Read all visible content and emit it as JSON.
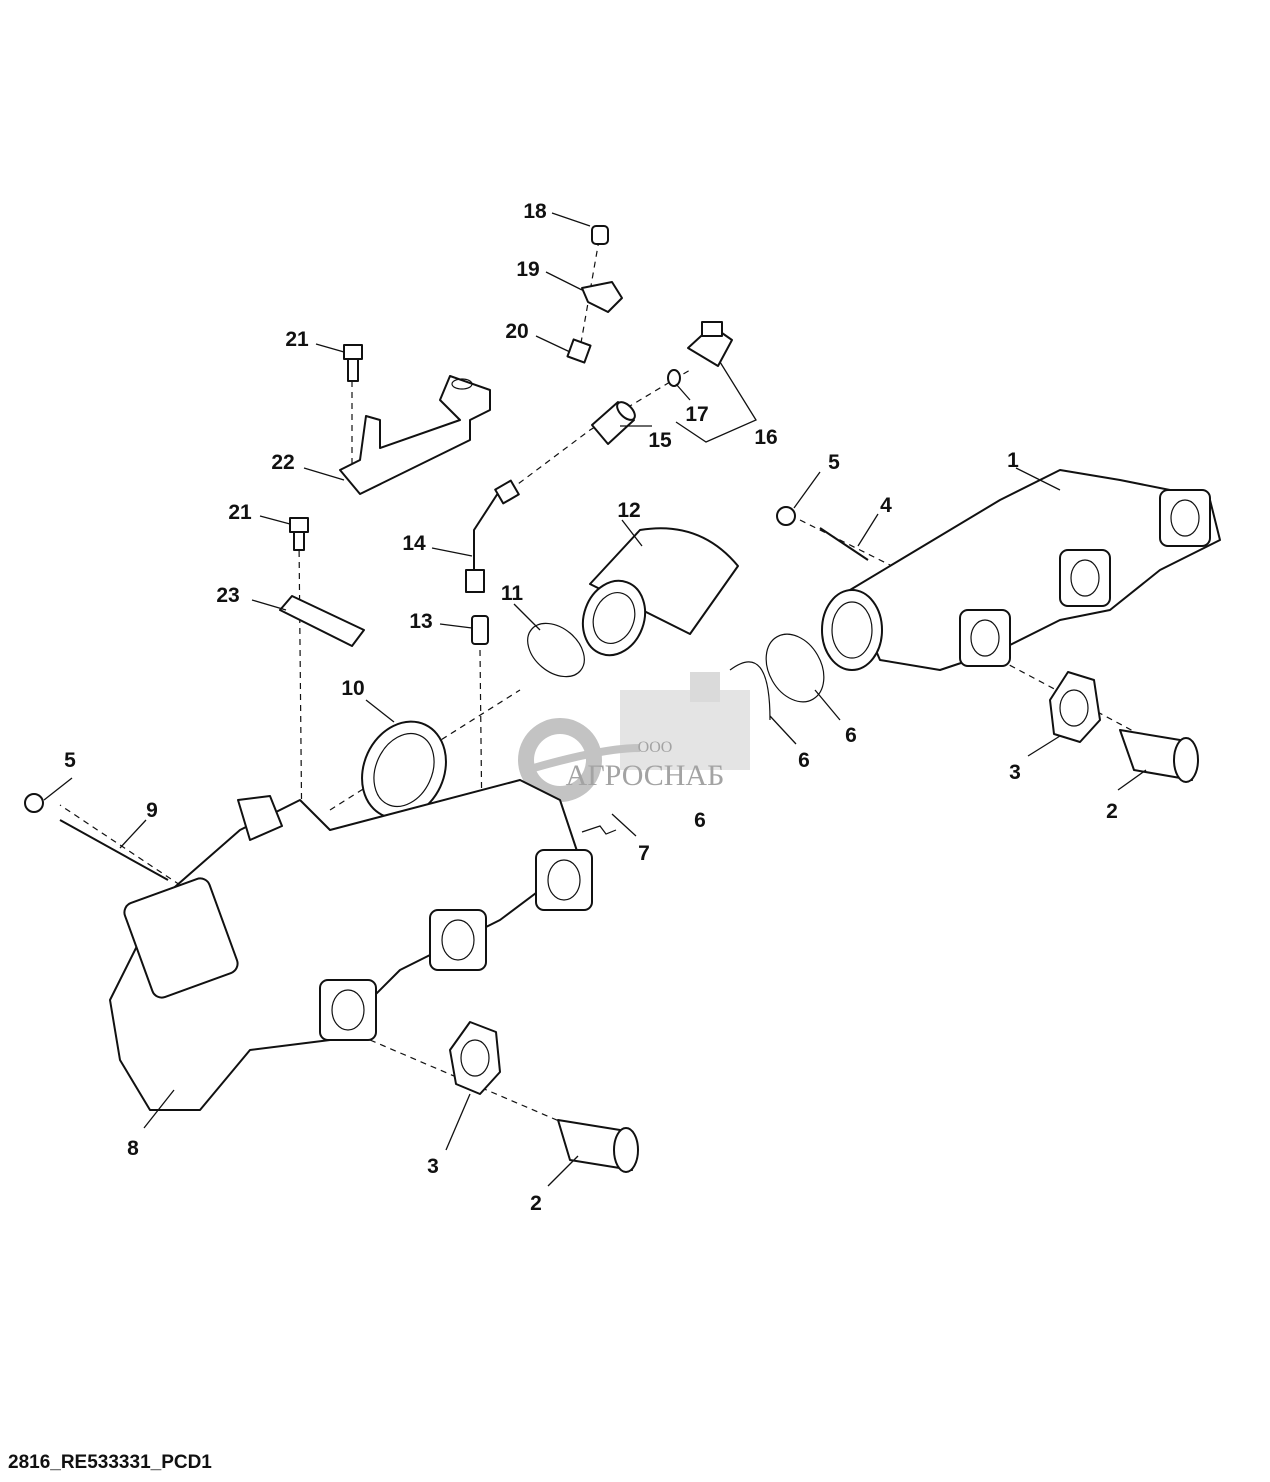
{
  "diagram": {
    "callouts": {
      "c1": "1",
      "c2a": "2",
      "c2b": "2",
      "c3a": "3",
      "c3b": "3",
      "c4": "4",
      "c5a": "5",
      "c5b": "5",
      "c6a": "6",
      "c6b": "6",
      "c6c": "6",
      "c7": "7",
      "c8": "8",
      "c9": "9",
      "c10": "10",
      "c11": "11",
      "c12": "12",
      "c13": "13",
      "c14": "14",
      "c15": "15",
      "c16": "16",
      "c17": "17",
      "c18": "18",
      "c19": "19",
      "c20": "20",
      "c21a": "21",
      "c21b": "21",
      "c22": "22",
      "c23": "23"
    },
    "watermark": {
      "prefix": "ООО",
      "brand": "АГРОСНАБ"
    },
    "footer_code": "2816_RE533331_PCD1"
  }
}
